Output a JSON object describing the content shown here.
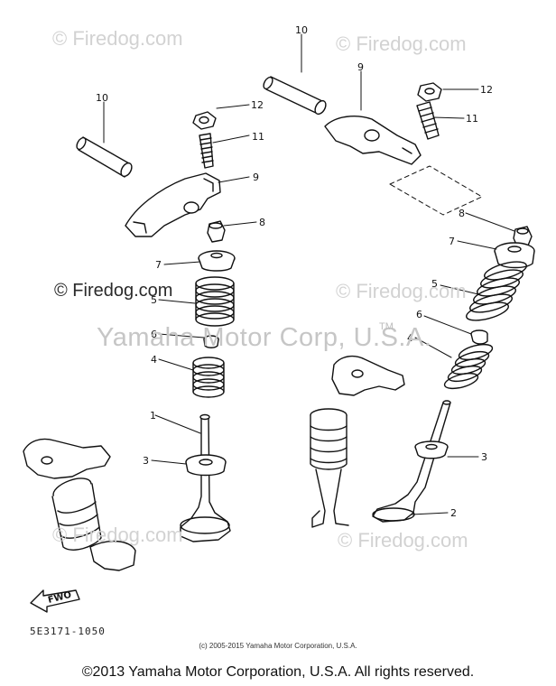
{
  "watermarks": {
    "firedog": "© Firedog.com",
    "firedog_prominent": "© Firedog.com",
    "yamaha": "Yamaha Motor Corp, U.S.A.",
    "tm": "TM"
  },
  "diagram": {
    "part_code": "5E3171-1050",
    "fwd_label": "FWO",
    "callouts": {
      "c1": "1",
      "c2": "2",
      "c3a": "3",
      "c3b": "3",
      "c4a": "4",
      "c4b": "4",
      "c5a": "5",
      "c5b": "5",
      "c6a": "6",
      "c6b": "6",
      "c7a": "7",
      "c7b": "7",
      "c8a": "8",
      "c8b": "8",
      "c9a": "9",
      "c9b": "9",
      "c10a": "10",
      "c10b": "10",
      "c11a": "11",
      "c11b": "11",
      "c12a": "12",
      "c12b": "12"
    }
  },
  "copyright_small": "(c) 2005-2015 Yamaha Motor Corporation, U.S.A.",
  "footer": "©2013 Yamaha Motor Corporation, U.S.A. All rights reserved."
}
